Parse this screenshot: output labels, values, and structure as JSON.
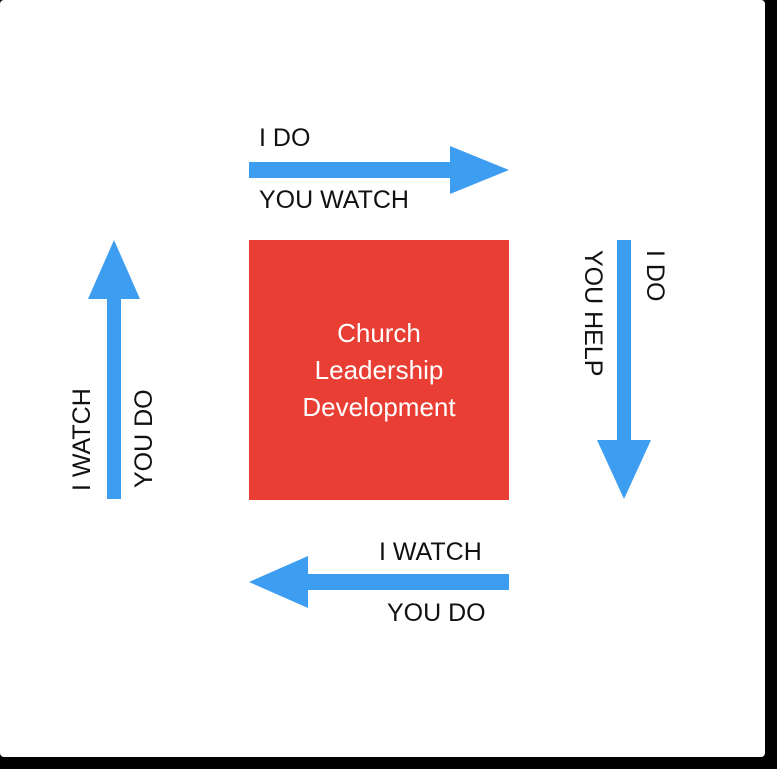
{
  "colors": {
    "arrow": "#3d9ef1",
    "box": "#e83e33",
    "box_text": "#ffffff",
    "label_text": "#111111"
  },
  "center": {
    "line1": "Church",
    "line2": "Leadership",
    "line3": "Development"
  },
  "top": {
    "label_above": "I DO",
    "label_below": "YOU WATCH"
  },
  "right": {
    "label_outer": "I DO",
    "label_inner": "YOU HELP"
  },
  "bottom": {
    "label_above": "I WATCH",
    "label_below": "YOU DO"
  },
  "left": {
    "label_outer": "I WATCH",
    "label_inner": "YOU DO"
  }
}
